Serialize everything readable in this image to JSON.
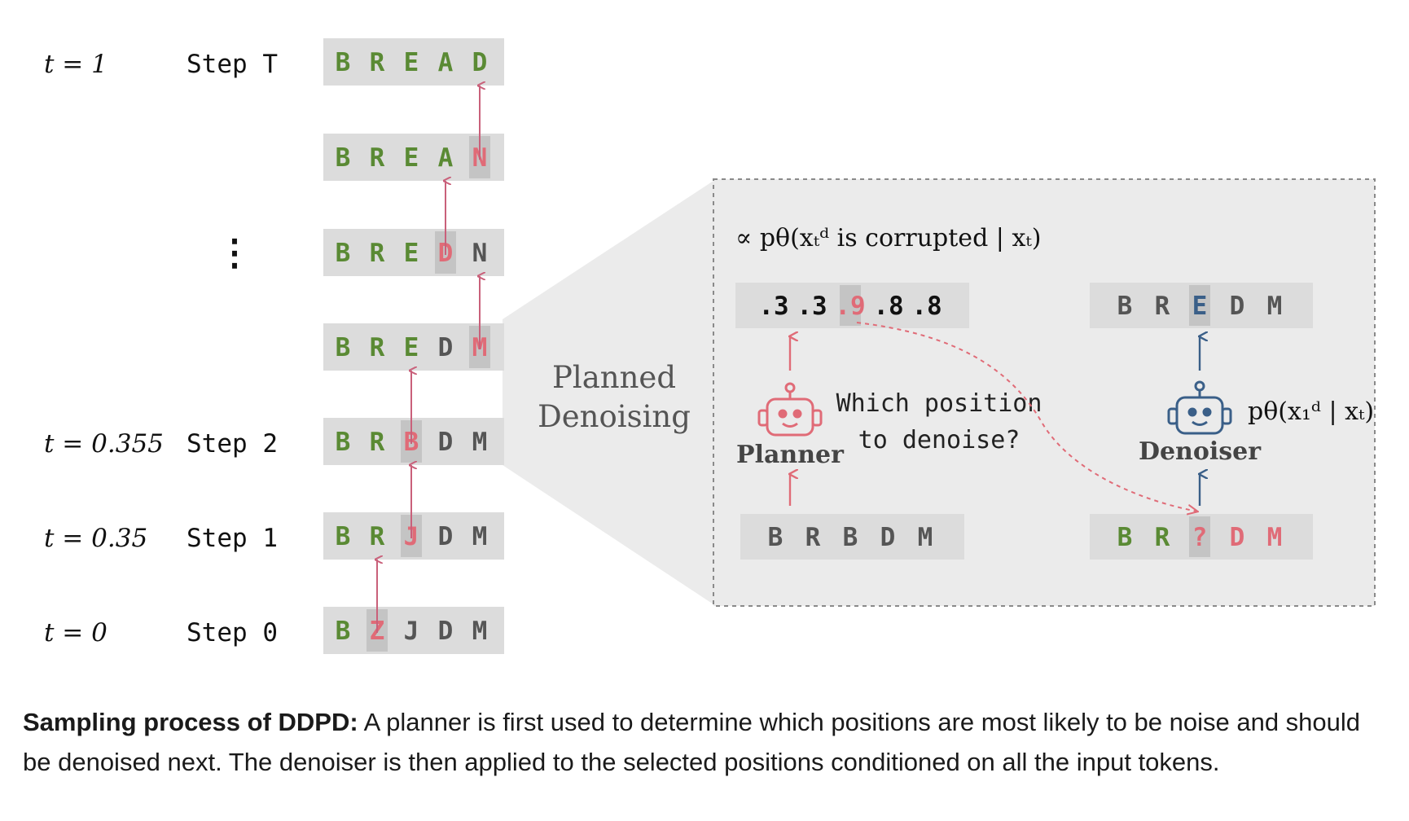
{
  "colors": {
    "green": "#5a8a34",
    "red": "#e06b77",
    "blue": "#3a5f88",
    "gray_text": "#555555",
    "box_bg": "#dcdcdc",
    "highlight_bg": "#c4c4c4",
    "panel_bg": "#ebebeb",
    "arrow_red": "#c9607a",
    "arrow_blue": "#3a5f88"
  },
  "icons": [
    "planner-robot-icon",
    "denoiser-robot-icon"
  ],
  "rows": [
    {
      "t": "t = 1",
      "step": "Step T",
      "tokens": [
        {
          "c": "B",
          "color": "green"
        },
        {
          "c": "R",
          "color": "green"
        },
        {
          "c": "E",
          "color": "green"
        },
        {
          "c": "A",
          "color": "green"
        },
        {
          "c": "D",
          "color": "green"
        }
      ]
    },
    {
      "t": "",
      "step": "",
      "tokens": [
        {
          "c": "B",
          "color": "green"
        },
        {
          "c": "R",
          "color": "green"
        },
        {
          "c": "E",
          "color": "green"
        },
        {
          "c": "A",
          "color": "green"
        },
        {
          "c": "N",
          "color": "red",
          "hl": true
        }
      ]
    },
    {
      "t": "",
      "step": "⋮",
      "tokens": [
        {
          "c": "B",
          "color": "green"
        },
        {
          "c": "R",
          "color": "green"
        },
        {
          "c": "E",
          "color": "green"
        },
        {
          "c": "D",
          "color": "red",
          "hl": true
        },
        {
          "c": "N",
          "color": "gray"
        }
      ]
    },
    {
      "t": "",
      "step": "",
      "tokens": [
        {
          "c": "B",
          "color": "green"
        },
        {
          "c": "R",
          "color": "green"
        },
        {
          "c": "E",
          "color": "green"
        },
        {
          "c": "D",
          "color": "gray"
        },
        {
          "c": "M",
          "color": "red",
          "hl": true
        }
      ]
    },
    {
      "t": "t = 0.355",
      "step": "Step 2",
      "tokens": [
        {
          "c": "B",
          "color": "green"
        },
        {
          "c": "R",
          "color": "green"
        },
        {
          "c": "B",
          "color": "red",
          "hl": true
        },
        {
          "c": "D",
          "color": "gray"
        },
        {
          "c": "M",
          "color": "gray"
        }
      ]
    },
    {
      "t": "t = 0.35",
      "step": "Step 1",
      "tokens": [
        {
          "c": "B",
          "color": "green"
        },
        {
          "c": "R",
          "color": "green"
        },
        {
          "c": "J",
          "color": "red",
          "hl": true
        },
        {
          "c": "D",
          "color": "gray"
        },
        {
          "c": "M",
          "color": "gray"
        }
      ]
    },
    {
      "t": "t = 0",
      "step": "Step 0",
      "tokens": [
        {
          "c": "B",
          "color": "green"
        },
        {
          "c": "Z",
          "color": "red",
          "hl": true
        },
        {
          "c": "J",
          "color": "gray"
        },
        {
          "c": "D",
          "color": "gray"
        },
        {
          "c": "M",
          "color": "gray"
        }
      ]
    }
  ],
  "zoom_label": [
    "Planned",
    "Denoising"
  ],
  "panel": {
    "prob_formula": "∝ pθ(xₜᵈ is corrupted | xₜ)",
    "scores": [
      {
        "c": ".3",
        "color": "black"
      },
      {
        "c": ".3",
        "color": "black"
      },
      {
        "c": ".9",
        "color": "red",
        "hl": true
      },
      {
        "c": ".8",
        "color": "black"
      },
      {
        "c": ".8",
        "color": "black"
      }
    ],
    "planner_input": [
      {
        "c": "B",
        "color": "gray"
      },
      {
        "c": "R",
        "color": "gray"
      },
      {
        "c": "B",
        "color": "gray"
      },
      {
        "c": "D",
        "color": "gray"
      },
      {
        "c": "M",
        "color": "gray"
      }
    ],
    "denoiser_input": [
      {
        "c": "B",
        "color": "green"
      },
      {
        "c": "R",
        "color": "green"
      },
      {
        "c": "?",
        "color": "red",
        "hl": true
      },
      {
        "c": "D",
        "color": "red"
      },
      {
        "c": "M",
        "color": "red"
      }
    ],
    "denoiser_output": [
      {
        "c": "B",
        "color": "gray"
      },
      {
        "c": "R",
        "color": "gray"
      },
      {
        "c": "E",
        "color": "blue",
        "hl": true
      },
      {
        "c": "D",
        "color": "gray"
      },
      {
        "c": "M",
        "color": "gray"
      }
    ],
    "planner_label": "Planner",
    "denoiser_label": "Denoiser",
    "question_line1": "Which position",
    "question_line2": "to denoise?",
    "denoiser_formula": "pθ(x₁ᵈ | xₜ)"
  },
  "caption": {
    "bold": "Sampling process of DDPD:",
    "text": " A planner is first used to determine which positions are most likely to be noise and should be denoised next. The denoiser is then applied to the selected positions conditioned on all the input tokens."
  }
}
